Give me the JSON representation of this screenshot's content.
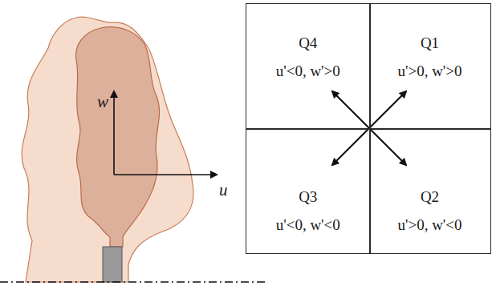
{
  "diagram": {
    "nodes": [
      {
        "text": [
          "Q4",
          "u'<0, w'>0"
        ]
      },
      {
        "text": [
          "Q1",
          "u'>0, w'>0"
        ]
      },
      {
        "text": [
          "Q3",
          "u'<0, w'<0"
        ]
      },
      {
        "text": [
          "Q2",
          "u'>0, w'<0"
        ]
      }
    ],
    "labels": [
      "w",
      "u"
    ]
  }
}
